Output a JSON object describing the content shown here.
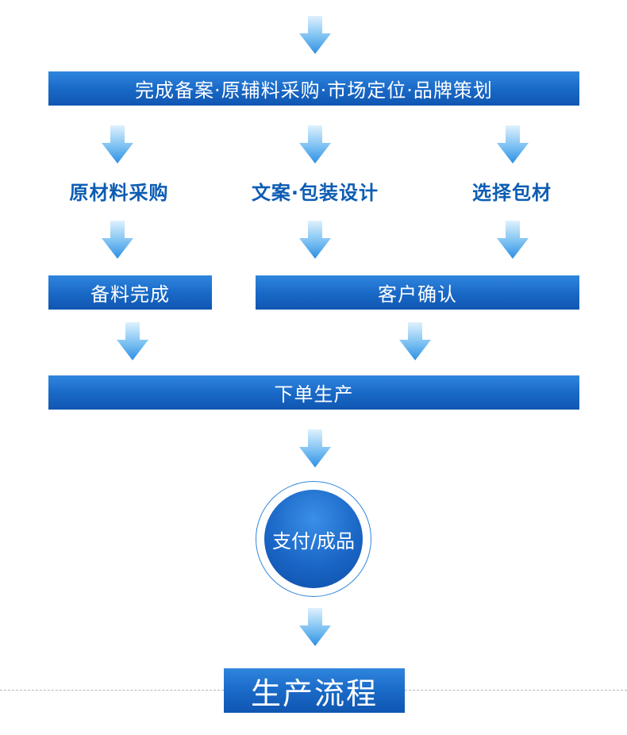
{
  "flow": {
    "step1": "完成备案·原辅料采购·市场定位·品牌策划",
    "branch_materials": "原材料采购",
    "branch_design": "文案·包装设计",
    "branch_packaging": "选择包材",
    "materials_done": "备料完成",
    "customer_confirm": "客户确认",
    "order_production": "下单生产",
    "payment_product": "支付/成品"
  },
  "footer": {
    "title": "生产流程"
  },
  "colors": {
    "bar_blue": "#1a6ac8",
    "label_blue": "#0d5cb3",
    "arrow_light": "#9fd3f7",
    "arrow_dark": "#2e8fe3"
  }
}
